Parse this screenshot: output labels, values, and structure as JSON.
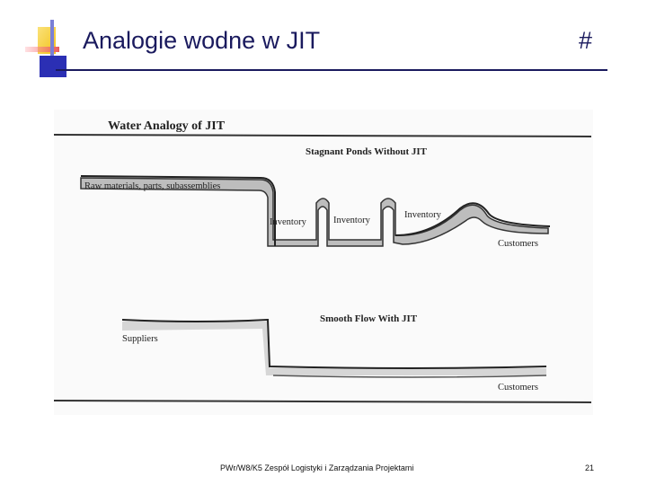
{
  "slide": {
    "title": "Analogie wodne w JIT",
    "number_marker": "#",
    "footer": "PWr/W8/K5   Zespół Logistyki i Zarządzania Projektami",
    "page_number": "21"
  },
  "figure": {
    "title": "Water Analogy of JIT",
    "top": {
      "heading": "Stagnant Ponds Without JIT",
      "source_label": "Raw materials, parts, subassemblies",
      "ponds": [
        "Inventory",
        "Inventory",
        "Inventory"
      ],
      "sink_label": "Customers"
    },
    "bottom": {
      "heading": "Smooth Flow With JIT",
      "source_label": "Suppliers",
      "sink_label": "Customers"
    }
  },
  "colors": {
    "title_text": "#1a1a5e",
    "logo_yellow": "#f7d23a",
    "logo_red": "#e8585a",
    "logo_blue": "#2b2fb4",
    "water_fill": "#bdbdbd"
  }
}
